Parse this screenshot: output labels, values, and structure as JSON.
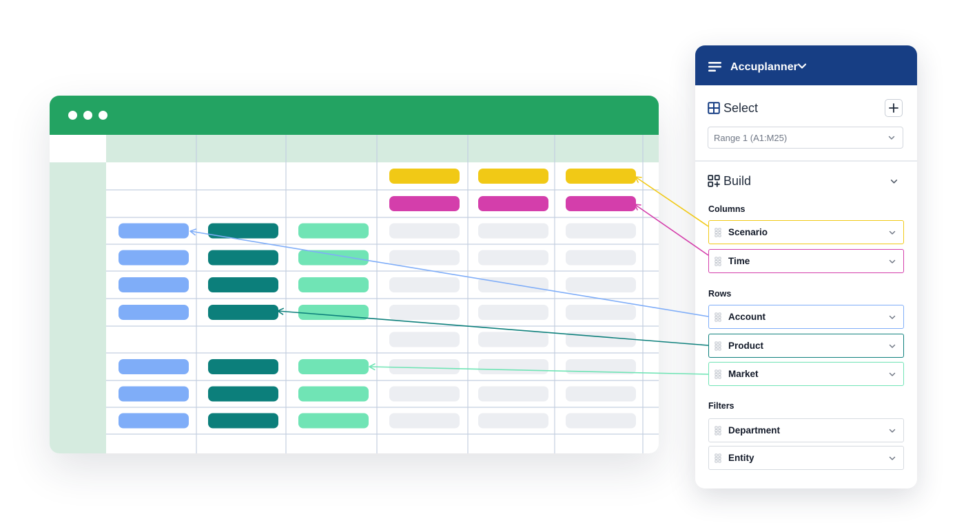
{
  "colors": {
    "titlebar_green": "#23a362",
    "header_row_bg": "#d5ebdf",
    "row_header_bg": "#d5ebdf",
    "grid_line": "#c4cfe0",
    "placeholder_gray": "#eceef2",
    "scenario_yellow": "#f1c916",
    "time_magenta": "#d43eab",
    "account_blue": "#7fadf8",
    "product_teal": "#0c7f7b",
    "market_mint": "#70e4b5",
    "panel_navy": "#173e84",
    "neutral_border": "#d6dae0"
  },
  "window": {
    "dots": [
      "dot",
      "dot",
      "dot"
    ]
  },
  "spreadsheet": {
    "row_kinds": [
      "column-scenario",
      "column-time",
      "data",
      "data",
      "data",
      "data",
      "gap",
      "data",
      "data",
      "data"
    ],
    "column_kinds": [
      "account",
      "product",
      "market",
      "value",
      "value",
      "value"
    ]
  },
  "panel": {
    "app_title": "Accuplanner",
    "menu_icon": "hamburger-menu-icon",
    "select": {
      "title": "Select",
      "icon": "table-grid-icon",
      "add_icon": "plus-icon",
      "range_value": "Range 1 (A1:M25)"
    },
    "build": {
      "title": "Build",
      "icon": "widget-add-icon",
      "groups": {
        "columns": {
          "label": "Columns",
          "fields": [
            {
              "label": "Scenario",
              "color": "#f1c916"
            },
            {
              "label": "Time",
              "color": "#d43eab"
            }
          ]
        },
        "rows": {
          "label": "Rows",
          "fields": [
            {
              "label": "Account",
              "color": "#7fadf8"
            },
            {
              "label": "Product",
              "color": "#0c7f7b"
            },
            {
              "label": "Market",
              "color": "#70e4b5"
            }
          ]
        },
        "filters": {
          "label": "Filters",
          "fields": [
            {
              "label": "Department",
              "color": "#d6dae0"
            },
            {
              "label": "Entity",
              "color": "#d6dae0"
            }
          ]
        }
      }
    }
  }
}
